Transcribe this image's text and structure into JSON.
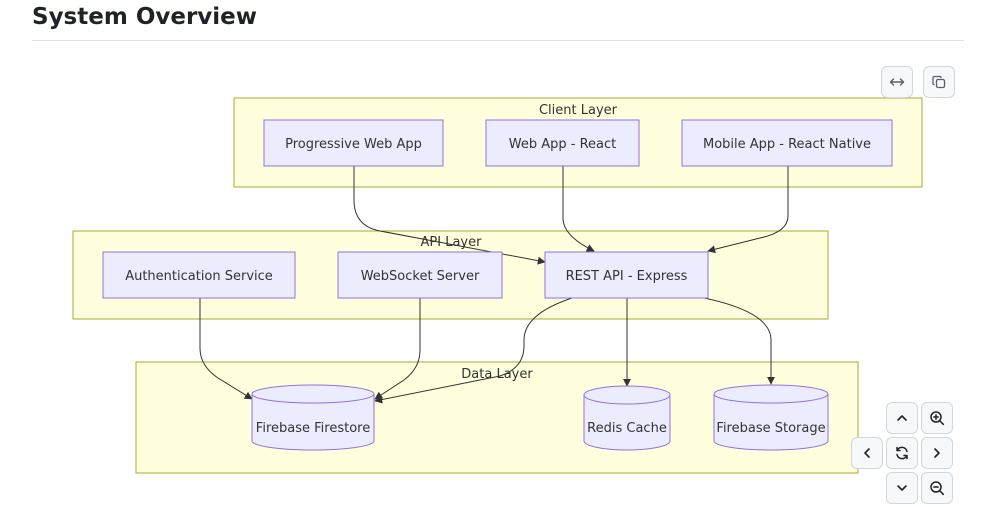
{
  "page": {
    "title": "System Overview"
  },
  "toolbar": {
    "top": [
      {
        "name": "expand-button",
        "icon": "arrows-horizontal-icon"
      },
      {
        "name": "copy-button",
        "icon": "copy-icon"
      }
    ],
    "nav": [
      {
        "name": "pan-up-button",
        "icon": "chevron-up-icon"
      },
      {
        "name": "zoom-in-button",
        "icon": "zoom-in-icon"
      },
      {
        "name": "pan-left-button",
        "icon": "chevron-left-icon"
      },
      {
        "name": "reset-view-button",
        "icon": "refresh-icon"
      },
      {
        "name": "pan-right-button",
        "icon": "chevron-right-icon"
      },
      {
        "name": "pan-down-button",
        "icon": "chevron-down-icon"
      },
      {
        "name": "zoom-out-button",
        "icon": "zoom-out-icon"
      }
    ]
  },
  "diagram": {
    "clusters": {
      "client": "Client Layer",
      "api": "API Layer",
      "data": "Data Layer"
    },
    "nodes": {
      "pwa": "Progressive Web App",
      "web": "Web App - React",
      "mobile": "Mobile App - React Native",
      "auth": "Authentication Service",
      "ws": "WebSocket Server",
      "rest": "REST API - Express",
      "firestore": "Firebase Firestore",
      "redis": "Redis Cache",
      "storage": "Firebase Storage"
    },
    "edges": [
      {
        "from": "pwa",
        "to": "rest"
      },
      {
        "from": "web",
        "to": "rest"
      },
      {
        "from": "mobile",
        "to": "rest"
      },
      {
        "from": "auth",
        "to": "firestore"
      },
      {
        "from": "ws",
        "to": "firestore"
      },
      {
        "from": "rest",
        "to": "firestore"
      },
      {
        "from": "rest",
        "to": "redis"
      },
      {
        "from": "rest",
        "to": "storage"
      }
    ],
    "colors": {
      "cluster_fill": "#ffffde",
      "cluster_stroke": "#aaaa33",
      "node_fill": "#ececff",
      "node_stroke": "#9370db",
      "edge": "#333333"
    }
  }
}
